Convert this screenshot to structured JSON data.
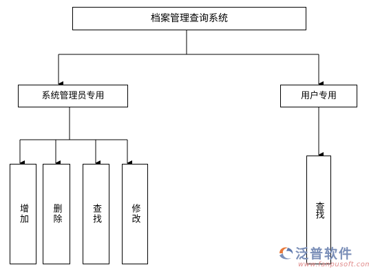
{
  "diagram": {
    "root": "档案管理查询系统",
    "admin": "系统管理员专用",
    "user": "用户专用",
    "admin_actions": [
      "增加",
      "删除",
      "查找",
      "修改"
    ],
    "user_actions": [
      "查找"
    ]
  },
  "watermark": {
    "brand": "泛普软件",
    "url": "www.fanpusoft.com"
  }
}
